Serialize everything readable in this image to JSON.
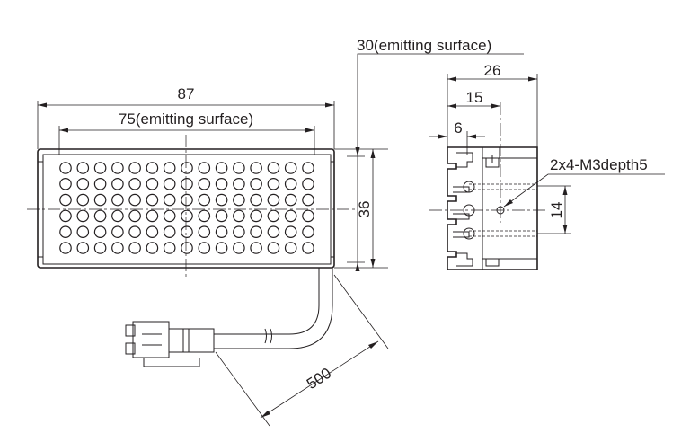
{
  "dimensions": {
    "overall_length": "87",
    "emitting_length": "75(emitting surface)",
    "emitting_width": "30(emitting surface)",
    "height": "36",
    "side_depth": "26",
    "side_15": "15",
    "side_6": "6",
    "hole_pitch": "14",
    "hole_spec": "2x4-M3depth5",
    "cable_length": "500"
  },
  "led_grid": {
    "rows": 6,
    "cols": 15
  }
}
